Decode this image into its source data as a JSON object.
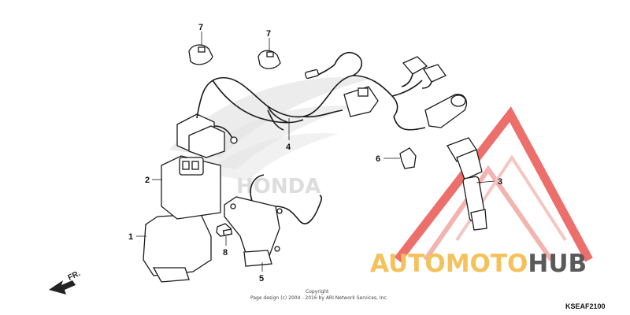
{
  "callouts": [
    {
      "id": "1",
      "label": "1"
    },
    {
      "id": "2",
      "label": "2"
    },
    {
      "id": "3",
      "label": "3"
    },
    {
      "id": "4",
      "label": "4"
    },
    {
      "id": "5",
      "label": "5"
    },
    {
      "id": "6",
      "label": "6"
    },
    {
      "id": "7a",
      "label": "7"
    },
    {
      "id": "7b",
      "label": "7"
    },
    {
      "id": "8",
      "label": "8"
    }
  ],
  "direction_indicator": "FR.",
  "background_logo_text": "HONDA",
  "watermark": {
    "part1": "AUTOMOTO",
    "part2": "HUB",
    "color_primary": "#f5c15a",
    "color_secondary": "#5a5a5a",
    "triangle_color": "#e8403a"
  },
  "copyright_line1": "Copyright",
  "copyright_line2": "Page design (c) 2004 - 2016 by ARI Network Services, Inc.",
  "diagram_code": "KSEAF2100"
}
